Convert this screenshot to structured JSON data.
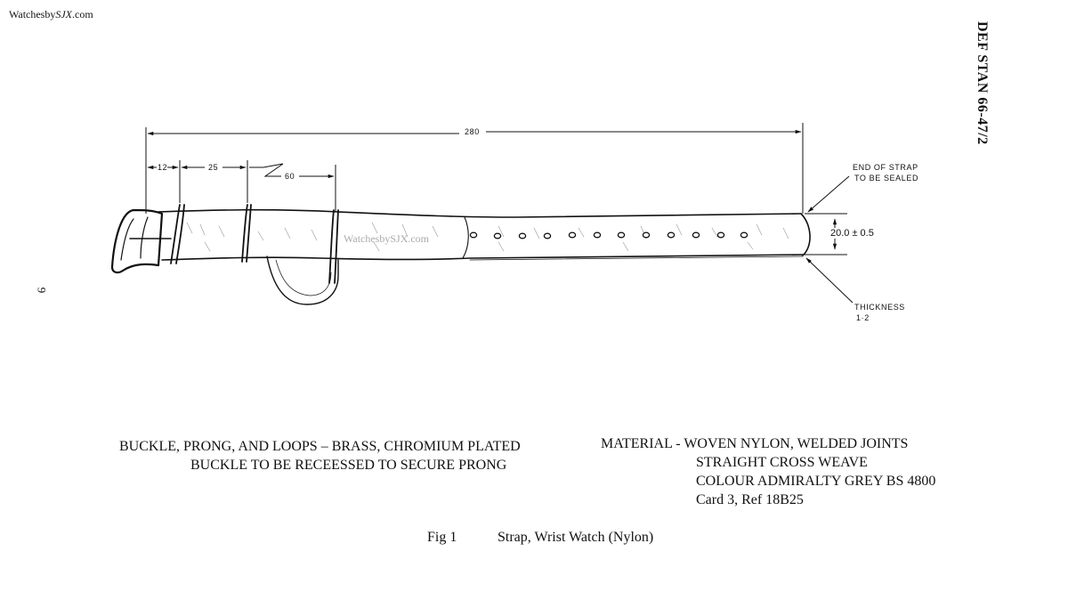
{
  "watermark": {
    "prefix": "Watchesby",
    "brand": "SJX",
    "suffix": ".com"
  },
  "spec_id": "DEF STAN 66-47/2",
  "page_number": "9",
  "dimensions": {
    "overall": "280",
    "d1": "12",
    "d2": "25",
    "d3": "60",
    "width": "20.0 ± 0.5"
  },
  "callouts": {
    "end_line1": "END OF STRAP",
    "end_line2": "TO BE SEALED",
    "thickness_line1": "THICKNESS",
    "thickness_line2": "1·2"
  },
  "image_watermark": "WatchesbySJX.com",
  "notes": {
    "buckle_line1": "BUCKLE,  PRONG, AND LOOPS   –   BRASS, CHROMIUM PLATED",
    "buckle_line2": "BUCKLE TO BE RECEESSED TO SECURE PRONG",
    "material_line1": "MATERIAL - WOVEN NYLON, WELDED JOINTS",
    "material_line2": "STRAIGHT CROSS WEAVE",
    "material_line3": "COLOUR ADMIRALTY GREY BS 4800",
    "material_line4": "Card 3, Ref  18B25"
  },
  "caption": {
    "fig": "Fig 1",
    "title": "Strap, Wrist Watch (Nylon)"
  }
}
